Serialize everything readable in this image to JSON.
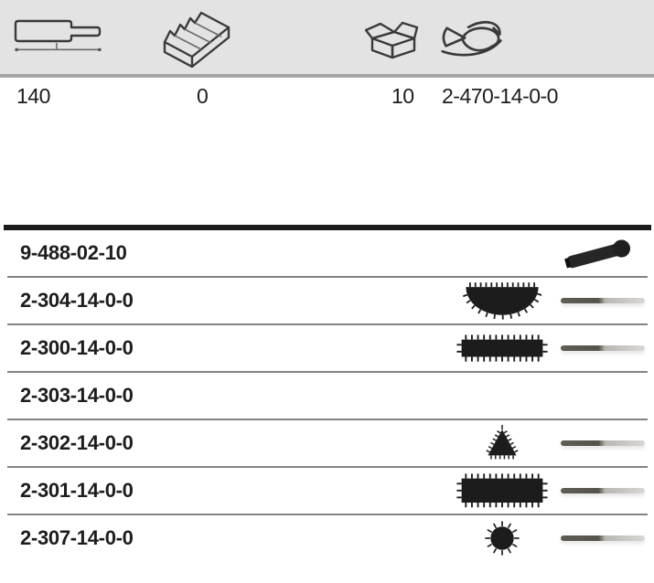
{
  "header": {
    "fields": [
      {
        "name": "length-mm",
        "icon": "file-length-icon",
        "value": "140"
      },
      {
        "name": "cut-grade",
        "icon": "cut-grade-icon",
        "value": "0"
      },
      {
        "name": "pack-quantity",
        "icon": "packaging-box-icon",
        "value": "10"
      },
      {
        "name": "order-number",
        "icon": "fish-logo-icon",
        "value": "2-470-14-0-0"
      }
    ]
  },
  "table": {
    "rows": [
      {
        "part_number": "9-488-02-10",
        "cross_section": "",
        "product_image": "file-handle"
      },
      {
        "part_number": "2-304-14-0-0",
        "cross_section": "half-round",
        "product_image": "needle-file"
      },
      {
        "part_number": "2-300-14-0-0",
        "cross_section": "flat",
        "product_image": "needle-file"
      },
      {
        "part_number": "2-303-14-0-0",
        "cross_section": "",
        "product_image": ""
      },
      {
        "part_number": "2-302-14-0-0",
        "cross_section": "triangular",
        "product_image": "needle-file"
      },
      {
        "part_number": "2-301-14-0-0",
        "cross_section": "flat-wide",
        "product_image": "needle-file"
      },
      {
        "part_number": "2-307-14-0-0",
        "cross_section": "round",
        "product_image": "needle-file"
      }
    ]
  },
  "colors": {
    "band_bg": "#e3e3e3",
    "band_border": "#a5a5a5",
    "ink": "#1d1d1d",
    "separator": "#838383",
    "table_topbar": "#1b1b1b"
  }
}
